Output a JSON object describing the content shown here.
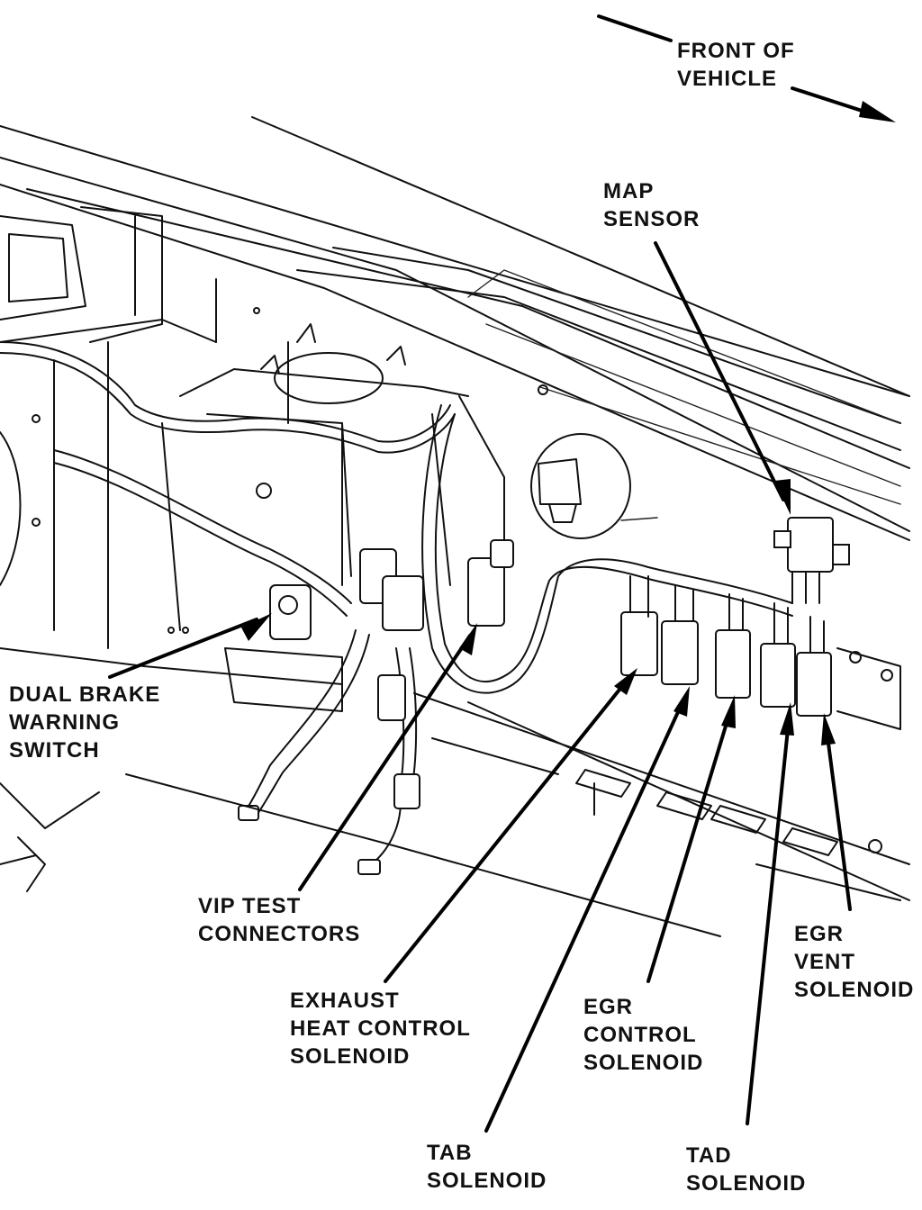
{
  "labels": {
    "front_of_vehicle": [
      "FRONT OF",
      "VEHICLE"
    ],
    "map_sensor": [
      "MAP",
      "SENSOR"
    ],
    "dual_brake_warning_switch": [
      "DUAL BRAKE",
      "WARNING",
      "SWITCH"
    ],
    "vip_test_connectors": [
      "VIP TEST",
      "CONNECTORS"
    ],
    "exhaust_heat_control_solenoid": [
      "EXHAUST",
      "HEAT CONTROL",
      "SOLENOID"
    ],
    "egr_control_solenoid": [
      "EGR",
      "CONTROL",
      "SOLENOID"
    ],
    "egr_vent_solenoid": [
      "EGR",
      "VENT",
      "SOLENOID"
    ],
    "tab_solenoid": [
      "TAB",
      "SOLENOID"
    ],
    "tad_solenoid": [
      "TAD",
      "SOLENOID"
    ]
  },
  "colors": {
    "ink": "#111111",
    "paper": "#ffffff"
  },
  "icons": {
    "direction_arrow": "arrow-right-down-icon",
    "leader": "leader-arrow-icon"
  }
}
